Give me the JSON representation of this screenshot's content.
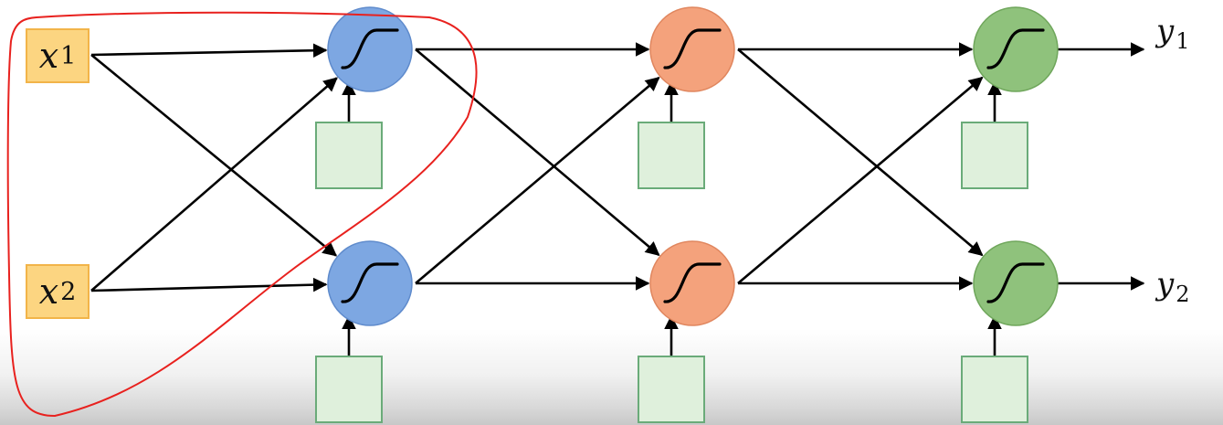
{
  "inputs": [
    {
      "var": "x",
      "sub": "1"
    },
    {
      "var": "x",
      "sub": "2"
    }
  ],
  "outputs": [
    {
      "var": "y",
      "sub": "1"
    },
    {
      "var": "y",
      "sub": "2"
    }
  ],
  "layers": [
    {
      "neuron_color": "#7da7e2",
      "neuron_stroke": "#5f8bcc",
      "activation_icon": "sigmoid-icon"
    },
    {
      "neuron_color": "#f4a27c",
      "neuron_stroke": "#e0865e",
      "activation_icon": "sigmoid-icon"
    },
    {
      "neuron_color": "#8fc27c",
      "neuron_stroke": "#6fa65b",
      "activation_icon": "sigmoid-icon"
    }
  ],
  "bias_box": {
    "fill": "#dff0dc",
    "stroke": "#6aab79"
  },
  "highlight": {
    "stroke": "#e8211e",
    "style": "hand-drawn loop around inputs and first layer top neuron"
  }
}
